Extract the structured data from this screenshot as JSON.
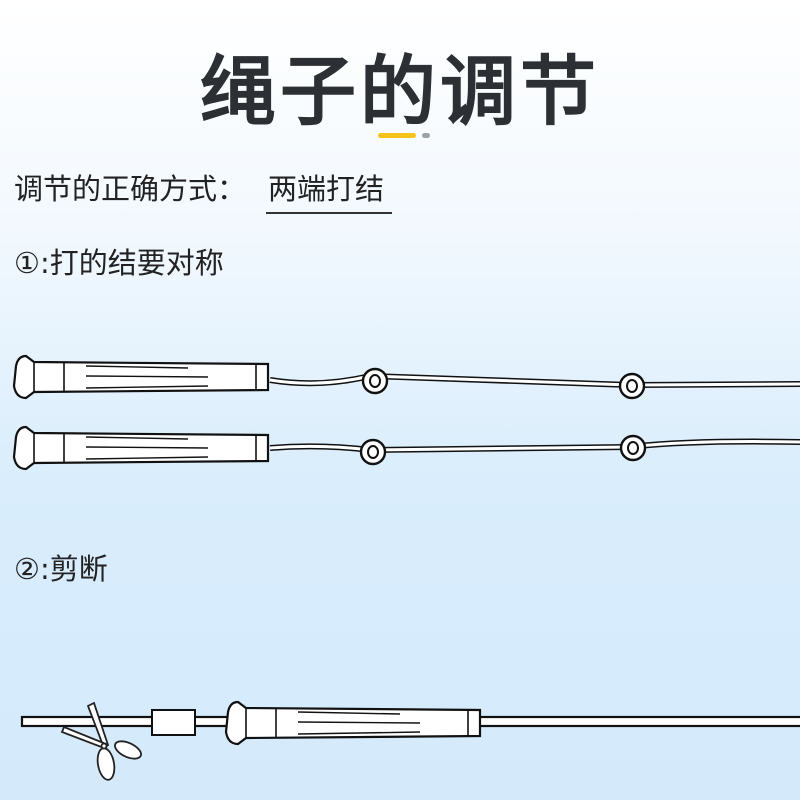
{
  "title": "绳子的调节",
  "subtitle": "调节的正确方式：",
  "answer": "两端打结",
  "steps": [
    {
      "label": "①:打的结要对称"
    },
    {
      "label": "②:剪断"
    }
  ],
  "colors": {
    "accent": "#f5c319",
    "title": "#2c2f33",
    "background": "#d6ebfb"
  },
  "icons": [
    "jump-rope-handle",
    "knot",
    "scissors",
    "rope-stopper"
  ]
}
